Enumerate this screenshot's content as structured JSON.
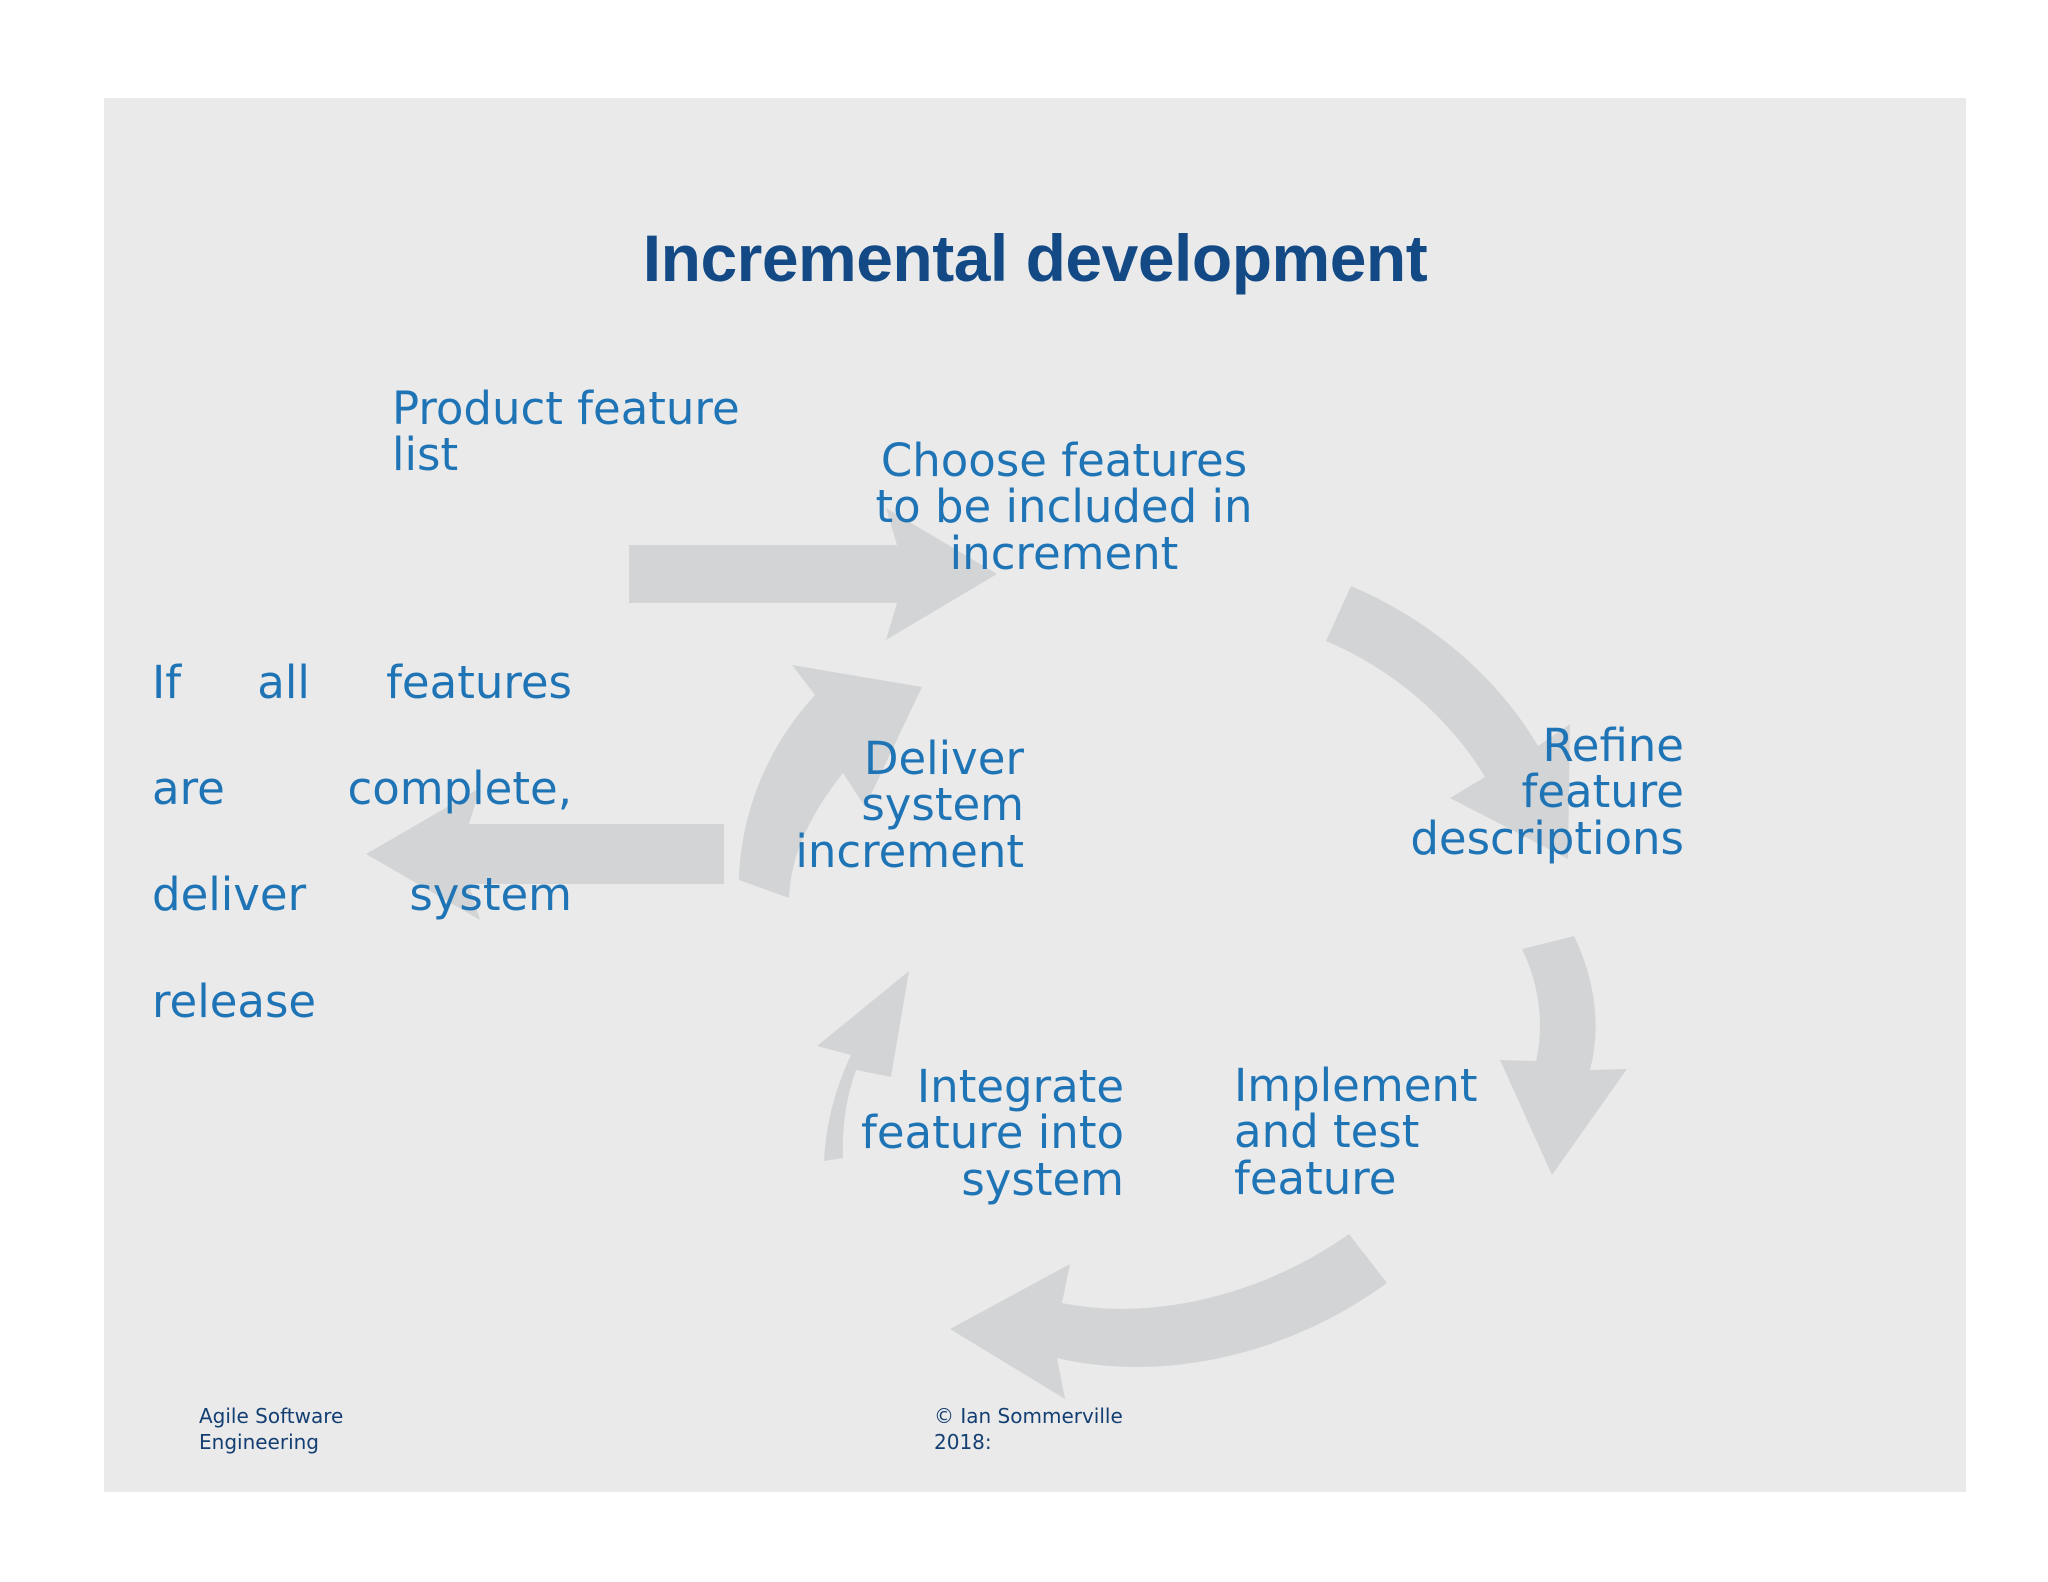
{
  "slide": {
    "title": "Incremental development",
    "background_color": "#eaeaea",
    "page_background_color": "#ffffff"
  },
  "colors": {
    "title": "#134a86",
    "node_text": "#1f74b6",
    "arrow": "#d2d4d5",
    "footer": "#143f72",
    "slide_bg": "#eaeaea"
  },
  "diagram": {
    "type": "cycle",
    "nodes": [
      {
        "id": "choose-features",
        "label": "Choose features\nto be included in\nincrement",
        "order": 1
      },
      {
        "id": "refine-feature",
        "label": "Refine\nfeature\ndescriptions",
        "order": 2
      },
      {
        "id": "implement-test",
        "label": "Implement\nand test\nfeature",
        "order": 3
      },
      {
        "id": "integrate-feature",
        "label": "Integrate\nfeature into\nsystem",
        "order": 4
      },
      {
        "id": "deliver-system",
        "label": "Deliver\nsystem\nincrement",
        "order": 5
      }
    ],
    "input_label": "Product feature\nlist",
    "output_label": "If all features are complete, deliver system release",
    "output_lines": [
      "If all features",
      "are complete,",
      "deliver system",
      "release"
    ],
    "arrows": [
      {
        "id": "input-arrow",
        "from": "product-feature-list",
        "to": "choose-features",
        "shape": "straight-right"
      },
      {
        "id": "choose-to-refine",
        "from": "choose-features",
        "to": "refine-feature",
        "shape": "curve-down-right"
      },
      {
        "id": "refine-to-implement",
        "from": "refine-feature",
        "to": "implement-test",
        "shape": "curve-down"
      },
      {
        "id": "implement-to-integrate",
        "from": "implement-test",
        "to": "integrate-feature",
        "shape": "curve-left"
      },
      {
        "id": "integrate-to-deliver",
        "from": "integrate-feature",
        "to": "deliver-system",
        "shape": "curve-up"
      },
      {
        "id": "deliver-to-choose",
        "from": "deliver-system",
        "to": "choose-features",
        "shape": "curve-up-right"
      },
      {
        "id": "output-arrow",
        "from": "deliver-system",
        "to": "if-all-features",
        "shape": "straight-left"
      }
    ]
  },
  "footer": {
    "left": "Agile Software\nEngineering",
    "center": "© Ian Sommerville\n2018:"
  }
}
